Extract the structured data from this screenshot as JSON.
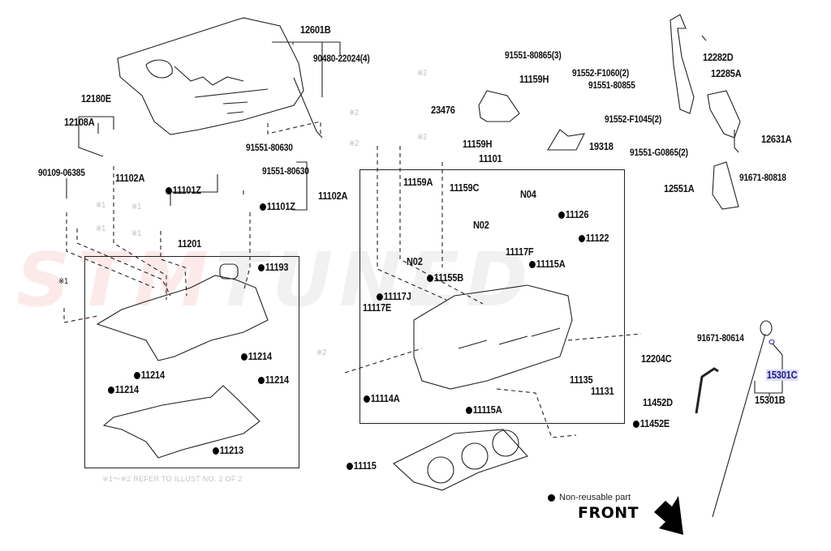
{
  "diagram": {
    "title": "Cylinder head / valve cover parts illustration",
    "watermark": {
      "part1": "STM",
      "part2": "TUNED",
      "color_part1": "#e65a5a",
      "color_part2": "#969696"
    },
    "legend": {
      "symbol": "●",
      "text": "Non-reusable part"
    },
    "front_label": "FRONT",
    "footnote": "※1〜※2  REFER TO ILLUST NO. 2 OF 2",
    "highlight_color": "#dcdcf6",
    "highlighted_part": "15301C",
    "labels": [
      {
        "id": "12601B",
        "text": "12601B",
        "nonreusable": false
      },
      {
        "id": "90480",
        "text": "90480-22024(4)",
        "nonreusable": false
      },
      {
        "id": "12180E",
        "text": "12180E",
        "nonreusable": false
      },
      {
        "id": "12108A",
        "text": "12108A",
        "nonreusable": false
      },
      {
        "id": "91551-80630a",
        "text": "91551-80630",
        "nonreusable": false
      },
      {
        "id": "91551-80630b",
        "text": "91551-80630",
        "nonreusable": false
      },
      {
        "id": "90109",
        "text": "90109-06385",
        "nonreusable": false
      },
      {
        "id": "11102Aa",
        "text": "11102A",
        "nonreusable": false
      },
      {
        "id": "11101Za",
        "text": "11101Z",
        "nonreusable": true
      },
      {
        "id": "11102Ab",
        "text": "11102A",
        "nonreusable": false
      },
      {
        "id": "11101Zb",
        "text": "11101Z",
        "nonreusable": true
      },
      {
        "id": "11201",
        "text": "11201",
        "nonreusable": false
      },
      {
        "id": "11193",
        "text": "11193",
        "nonreusable": true
      },
      {
        "id": "11214a",
        "text": "11214",
        "nonreusable": true
      },
      {
        "id": "11214b",
        "text": "11214",
        "nonreusable": true
      },
      {
        "id": "11214c",
        "text": "11214",
        "nonreusable": true
      },
      {
        "id": "11214d",
        "text": "11214",
        "nonreusable": true
      },
      {
        "id": "11213",
        "text": "11213",
        "nonreusable": true
      },
      {
        "id": "91551-80865",
        "text": "91551-80865(3)",
        "nonreusable": false
      },
      {
        "id": "11159Ha",
        "text": "11159H",
        "nonreusable": false
      },
      {
        "id": "23476",
        "text": "23476",
        "nonreusable": false
      },
      {
        "id": "11159Hb",
        "text": "11159H",
        "nonreusable": false
      },
      {
        "id": "11101",
        "text": "11101",
        "nonreusable": false
      },
      {
        "id": "91552-F1060",
        "text": "91552-F1060(2)",
        "nonreusable": false
      },
      {
        "id": "91551-80855",
        "text": "91551-80855",
        "nonreusable": false
      },
      {
        "id": "19318",
        "text": "19318",
        "nonreusable": false
      },
      {
        "id": "12282D",
        "text": "12282D",
        "nonreusable": false
      },
      {
        "id": "12285A",
        "text": "12285A",
        "nonreusable": false
      },
      {
        "id": "91552-F1045",
        "text": "91552-F1045(2)",
        "nonreusable": false
      },
      {
        "id": "12631A",
        "text": "12631A",
        "nonreusable": false
      },
      {
        "id": "91551-G0865",
        "text": "91551-G0865(2)",
        "nonreusable": false
      },
      {
        "id": "91671-80818",
        "text": "91671-80818",
        "nonreusable": false
      },
      {
        "id": "12551A",
        "text": "12551A",
        "nonreusable": false
      },
      {
        "id": "11159A",
        "text": "11159A",
        "nonreusable": false
      },
      {
        "id": "11159C",
        "text": "11159C",
        "nonreusable": false
      },
      {
        "id": "N04",
        "text": "N04",
        "nonreusable": false
      },
      {
        "id": "11126",
        "text": "11126",
        "nonreusable": true
      },
      {
        "id": "11122",
        "text": "11122",
        "nonreusable": true
      },
      {
        "id": "N02a",
        "text": "N02",
        "nonreusable": false
      },
      {
        "id": "N02b",
        "text": "N02",
        "nonreusable": false
      },
      {
        "id": "11117F",
        "text": "11117F",
        "nonreusable": false
      },
      {
        "id": "11115Aa",
        "text": "11115A",
        "nonreusable": true
      },
      {
        "id": "11155B",
        "text": "11155B",
        "nonreusable": true
      },
      {
        "id": "11117J",
        "text": "11117J",
        "nonreusable": true
      },
      {
        "id": "11117E",
        "text": "11117E",
        "nonreusable": false
      },
      {
        "id": "11114A",
        "text": "11114A",
        "nonreusable": true
      },
      {
        "id": "11135",
        "text": "11135",
        "nonreusable": false
      },
      {
        "id": "11131",
        "text": "11131",
        "nonreusable": false
      },
      {
        "id": "11115Ab",
        "text": "11115A",
        "nonreusable": true
      },
      {
        "id": "11115",
        "text": "11115",
        "nonreusable": true
      },
      {
        "id": "12204C",
        "text": "12204C",
        "nonreusable": false
      },
      {
        "id": "91671-80614",
        "text": "91671-80614",
        "nonreusable": false
      },
      {
        "id": "11452D",
        "text": "11452D",
        "nonreusable": false
      },
      {
        "id": "11452E",
        "text": "11452E",
        "nonreusable": true
      },
      {
        "id": "15301C",
        "text": "15301C",
        "nonreusable": false
      },
      {
        "id": "15301B",
        "text": "15301B",
        "nonreusable": false
      }
    ],
    "ref_marks": {
      "mark1": "※1",
      "mark2": "※2"
    }
  }
}
